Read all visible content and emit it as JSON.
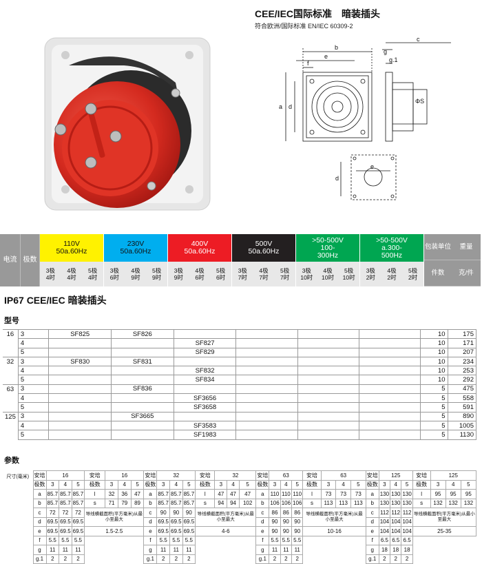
{
  "header": {
    "title": "CEE/IEC国际标准　暗装插头",
    "subtitle": "符合欧洲/国际标准 EN/IEC 60309-2"
  },
  "drawing_labels": {
    "a": "a",
    "b": "b",
    "c": "c",
    "d": "d",
    "e": "e",
    "f": "f",
    "g": "g",
    "g1": "g.1",
    "phiS": "ΦS",
    "d2": "d",
    "e2": "e"
  },
  "band": {
    "current": "电流",
    "poles": "极数",
    "voltages": [
      {
        "line1": "110V",
        "line2": "50a.60Hz",
        "line3": "",
        "color": "#fff200",
        "text": "#111",
        "poles": [
          [
            "3极",
            "4时"
          ],
          [
            "4极",
            "4时"
          ],
          [
            "5极",
            "4时"
          ]
        ]
      },
      {
        "line1": "230V",
        "line2": "50a.60Hz",
        "line3": "",
        "color": "#00aeef",
        "text": "#111",
        "poles": [
          [
            "3极",
            "6时"
          ],
          [
            "4极",
            "9时"
          ],
          [
            "5极",
            "9时"
          ]
        ]
      },
      {
        "line1": "400V",
        "line2": "50a.60Hz",
        "line3": "",
        "color": "#ed1c24",
        "text": "#fff",
        "poles": [
          [
            "3极",
            "9时"
          ],
          [
            "4极",
            "6时"
          ],
          [
            "5极",
            "6时"
          ]
        ]
      },
      {
        "line1": "500V",
        "line2": "50a.60Hz",
        "line3": "",
        "color": "#231f20",
        "text": "#fff",
        "poles": [
          [
            "3极",
            "7时"
          ],
          [
            "4极",
            "7时"
          ],
          [
            "5极",
            "7时"
          ]
        ]
      },
      {
        "line1": ">50-500V",
        "line2": "100-",
        "line3": "300Hz",
        "color": "#00a651",
        "text": "#fff",
        "poles": [
          [
            "3极",
            "10时"
          ],
          [
            "4极",
            "10时"
          ],
          [
            "5极",
            "10时"
          ]
        ]
      },
      {
        "line1": ">50-500V",
        "line2": "a.300-",
        "line3": "500Hz",
        "color": "#00a651",
        "text": "#fff",
        "poles": [
          [
            "3极",
            "2时"
          ],
          [
            "4极",
            "2时"
          ],
          [
            "5极",
            "2时"
          ]
        ]
      }
    ],
    "pack_unit": "包装单位",
    "pieces": "件数",
    "weight": "重量",
    "weight_unit": "克/件"
  },
  "section_title": "IP67 CEE/IEC 暗装插头",
  "model_label": "型号",
  "models": [
    {
      "amp": "16",
      "pole": "3",
      "cols": [
        "SF825",
        "SF826",
        "",
        "",
        "",
        ""
      ],
      "pcs": "10",
      "wt": "175"
    },
    {
      "amp": "",
      "pole": "4",
      "cols": [
        "",
        "",
        "SF827",
        "",
        "",
        ""
      ],
      "pcs": "10",
      "wt": "171"
    },
    {
      "amp": "",
      "pole": "5",
      "cols": [
        "",
        "",
        "SF829",
        "",
        "",
        ""
      ],
      "pcs": "10",
      "wt": "207"
    },
    {
      "amp": "32",
      "pole": "3",
      "cols": [
        "SF830",
        "SF831",
        "",
        "",
        "",
        ""
      ],
      "pcs": "10",
      "wt": "234"
    },
    {
      "amp": "",
      "pole": "4",
      "cols": [
        "",
        "",
        "SF832",
        "",
        "",
        ""
      ],
      "pcs": "10",
      "wt": "253"
    },
    {
      "amp": "",
      "pole": "5",
      "cols": [
        "",
        "",
        "SF834",
        "",
        "",
        ""
      ],
      "pcs": "10",
      "wt": "292"
    },
    {
      "amp": "63",
      "pole": "3",
      "cols": [
        "",
        "SF836",
        "",
        "",
        "",
        ""
      ],
      "pcs": "5",
      "wt": "475"
    },
    {
      "amp": "",
      "pole": "4",
      "cols": [
        "",
        "",
        "SF3656",
        "",
        "",
        ""
      ],
      "pcs": "5",
      "wt": "558"
    },
    {
      "amp": "",
      "pole": "5",
      "cols": [
        "",
        "",
        "SF3658",
        "",
        "",
        ""
      ],
      "pcs": "5",
      "wt": "591"
    },
    {
      "amp": "125",
      "pole": "3",
      "cols": [
        "",
        "SF3665",
        "",
        "",
        "",
        ""
      ],
      "pcs": "5",
      "wt": "890"
    },
    {
      "amp": "",
      "pole": "4",
      "cols": [
        "",
        "",
        "SF3583",
        "",
        "",
        ""
      ],
      "pcs": "5",
      "wt": "1005"
    },
    {
      "amp": "",
      "pole": "5",
      "cols": [
        "",
        "",
        "SF1983",
        "",
        "",
        ""
      ],
      "pcs": "5",
      "wt": "1130"
    }
  ],
  "param_label": "参数",
  "size_label": "尺寸(毫米)",
  "params": {
    "groups": [
      {
        "amp": "16",
        "rows": [
          [
            "a",
            "85.7",
            "85.7",
            "85.7"
          ],
          [
            "b",
            "85.7",
            "85.7",
            "85.7"
          ],
          [
            "c",
            "72",
            "72",
            "72"
          ],
          [
            "d",
            "69.5",
            "69.5",
            "69.5"
          ],
          [
            "e",
            "69.5",
            "69.5",
            "69.5"
          ],
          [
            "f",
            "5.5",
            "5.5",
            "5.5"
          ],
          [
            "g",
            "11",
            "11",
            "11"
          ],
          [
            "g.1",
            "2",
            "2",
            "2"
          ]
        ],
        "right": {
          "l": [
            "32",
            "36",
            "47"
          ],
          "s": [
            "71",
            "79",
            "89"
          ],
          "wire": "1.5-2.5"
        }
      },
      {
        "amp": "32",
        "rows": [
          [
            "a",
            "85.7",
            "85.7",
            "85.7"
          ],
          [
            "b",
            "85.7",
            "85.7",
            "85.7"
          ],
          [
            "c",
            "90",
            "90",
            "90"
          ],
          [
            "d",
            "69.5",
            "69.5",
            "69.5"
          ],
          [
            "e",
            "69.5",
            "69.5",
            "69.5"
          ],
          [
            "f",
            "5.5",
            "5.5",
            "5.5"
          ],
          [
            "g",
            "11",
            "11",
            "11"
          ],
          [
            "g.1",
            "2",
            "2",
            "2"
          ]
        ],
        "right": {
          "l": [
            "47",
            "47",
            "47"
          ],
          "s": [
            "94",
            "94",
            "102"
          ],
          "wire": "4-6"
        }
      },
      {
        "amp": "63",
        "rows": [
          [
            "a",
            "110",
            "110",
            "110"
          ],
          [
            "b",
            "106",
            "106",
            "106"
          ],
          [
            "c",
            "86",
            "86",
            "86"
          ],
          [
            "d",
            "90",
            "90",
            "90"
          ],
          [
            "e",
            "90",
            "90",
            "90"
          ],
          [
            "f",
            "5.5",
            "5.5",
            "5.5"
          ],
          [
            "g",
            "11",
            "11",
            "11"
          ],
          [
            "g.1",
            "2",
            "2",
            "2"
          ]
        ],
        "right": {
          "l": [
            "73",
            "73",
            "73"
          ],
          "s": [
            "113",
            "113",
            "113"
          ],
          "wire": "10-16"
        }
      },
      {
        "amp": "125",
        "rows": [
          [
            "a",
            "130",
            "130",
            "130"
          ],
          [
            "b",
            "130",
            "130",
            "130"
          ],
          [
            "c",
            "112",
            "112",
            "112"
          ],
          [
            "d",
            "104",
            "104",
            "104"
          ],
          [
            "e",
            "104",
            "104",
            "104"
          ],
          [
            "f",
            "6.5",
            "6.5",
            "6.5"
          ],
          [
            "g",
            "18",
            "18",
            "18"
          ],
          [
            "g.1",
            "2",
            "2",
            "2"
          ]
        ],
        "right": {
          "l": [
            "95",
            "95",
            "95"
          ],
          "s": [
            "132",
            "132",
            "132"
          ],
          "wire": "25-35"
        }
      }
    ],
    "install": "安培",
    "poles": "极数",
    "pole_nums": [
      "3",
      "4",
      "5"
    ],
    "wire_note": "导线横截面积(平方毫米)从最小至最大"
  }
}
